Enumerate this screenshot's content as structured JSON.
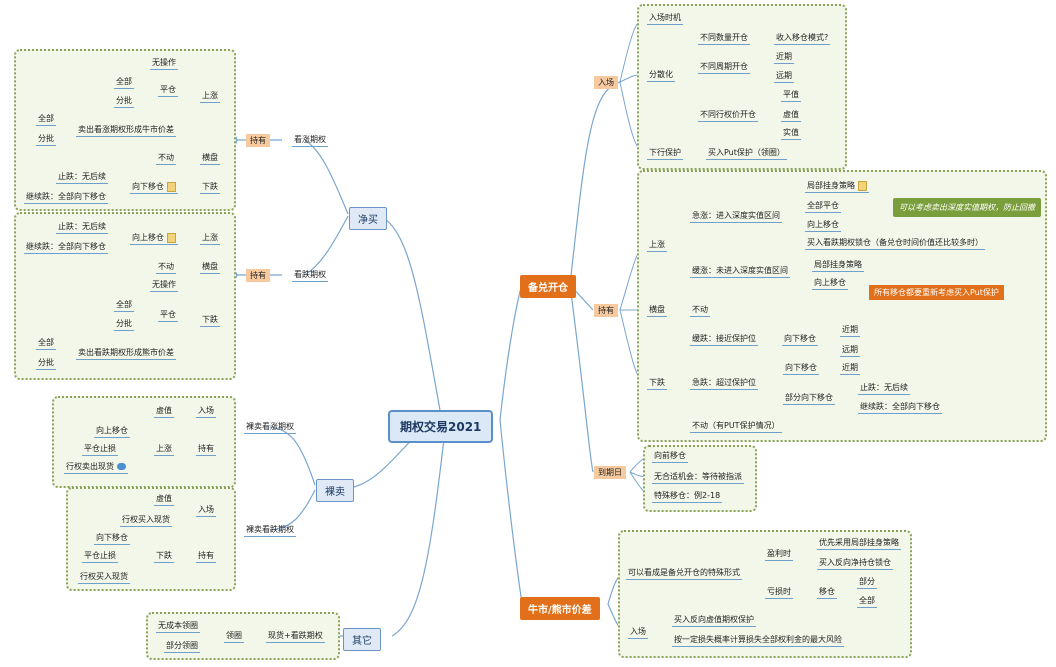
{
  "root": "期权交易2021",
  "branches": {
    "jingmai": "净买",
    "luomai": "裸卖",
    "qita": "其它",
    "beidui": "备兑开仓",
    "niushi": "牛市/熊市价差"
  },
  "jingmai_nodes": {
    "chiyou1": "持有",
    "kanzhang": "看涨期权",
    "shangzhang1": "上涨",
    "pingcang1": "平仓",
    "wucaozuo": "无操作",
    "quanbu1": "全部",
    "fenpi1": "分批",
    "maichu1": "卖出看涨期权形成牛市价差",
    "quanbu2": "全部",
    "fenpi2": "分批",
    "hengpan1": "横盘",
    "budong1": "不动",
    "xiadie1": "下跌",
    "xiangxia1": "向下移仓",
    "zhidie1": "止跌：无后续",
    "xudie1": "继续跌：全部向下移仓",
    "chiyou2": "持有",
    "kandie": "看跌期权",
    "shangzhang2": "上涨",
    "xiangshang2": "向上移仓",
    "zhidie2": "止跌：无后续",
    "xudie2": "继续跌：全部向下移仓",
    "hengpan2": "横盘",
    "budong2": "不动",
    "xiadie2": "下跌",
    "pingcang2": "平仓",
    "wucaozuo2": "无操作",
    "quanbu3": "全部",
    "fenpi3": "分批",
    "maichu2": "卖出看跌期权形成熊市价差",
    "quanbu4": "全部",
    "fenpi4": "分批"
  },
  "luomai_nodes": {
    "kanzhang": "裸卖看涨期权",
    "ruchang1": "入场",
    "xuzhi1": "虚值",
    "chiyou1": "持有",
    "shangzhang": "上涨",
    "xiangshang": "向上移仓",
    "pingcang1": "平仓止损",
    "xingquan1": "行权卖出现货",
    "kandie": "裸卖看跌期权",
    "ruchang2": "入场",
    "xuzhi2": "虚值",
    "xingquanmai": "行权买入现货",
    "chiyou2": "持有",
    "xiadie": "下跌",
    "xiangxia": "向下移仓",
    "pingcang2": "平仓止损",
    "xingquan2": "行权买入现货"
  },
  "qita_nodes": {
    "xiankuo": "现货+看跌期权",
    "lingtao": "领圈",
    "wuchengben": "无成本领圈",
    "bufen": "部分领圈"
  },
  "beidui_nodes": {
    "ruchang": "入场",
    "ruchangshiji": "入场时机",
    "fensanhua": "分散化",
    "butongshuliang": "不同数量开仓",
    "shouru": "收入移仓模式?",
    "butongzhouqi": "不同周期开仓",
    "jinqi1": "近期",
    "yuanqi1": "远期",
    "butongxingquan": "不同行权价开仓",
    "pingzhi": "平值",
    "xuzhi": "虚值",
    "shizhi": "实值",
    "xiaxing": "下行保护",
    "mairuput": "买入Put保护（领圈）",
    "chiyou": "持有",
    "shangzhang": "上涨",
    "dazhang": "急涨：进入深度实值区间",
    "jubu": "局部挂身策略",
    "quanbupingcang": "全部平仓",
    "xiangshang1": "向上移仓",
    "mairukandie": "买入看跌期权锁仓（备兑仓时间价值还比较多时）",
    "greennote": "可以考虑卖出深度实值期权，防止回撤",
    "huanzhang": "缓涨：未进入深度实值区间",
    "jubu2": "局部挂身策略",
    "xiangshang2": "向上移仓",
    "orangenote": "所有移仓都要重新考虑买入Put保护",
    "hengpan": "横盘",
    "budong": "不动",
    "xiadie": "下跌",
    "huandie": "缓跌：接近保护位",
    "xiangxia1": "向下移仓",
    "jinqi2": "近期",
    "yuanqi2": "远期",
    "jidie": "急跌：超过保护位",
    "xiangxia2": "向下移仓",
    "jinqi3": "近期",
    "bufenxiangxia": "部分向下移仓",
    "zhidie": "止跌：无后续",
    "xudie": "继续跌：全部向下移仓",
    "budongput": "不动（有PUT保护情况）",
    "daoqiri": "到期日",
    "xianghou": "向前移仓",
    "wuhuozhi": "无合适机会：等待被指派",
    "teshu": "特殊移仓：例2-18"
  },
  "niushi_nodes": {
    "kanzuo": "可以看成是备兑开仓的特殊形式",
    "yingli": "盈利时",
    "youxian": "优先采用局部挂身策略",
    "mairufan": "买入反向净持仓锁仓",
    "kuisun": "亏损时",
    "yicang": "移仓",
    "bufen": "部分",
    "quanbu": "全部",
    "ruchang": "入场",
    "mairufanxiang": "买入反向虚值期权保护",
    "anyiding": "按一定损失概率计算损失全部权利金的最大风险"
  }
}
